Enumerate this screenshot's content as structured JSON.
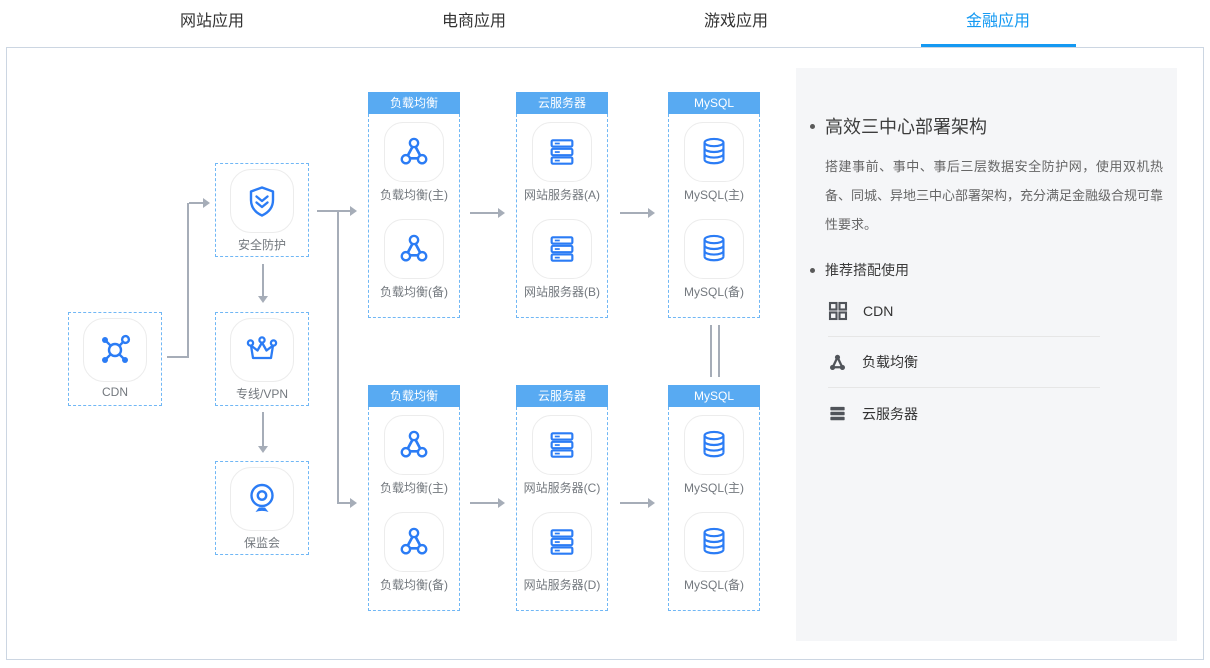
{
  "tabs": [
    {
      "label": "网站应用",
      "active": false
    },
    {
      "label": "电商应用",
      "active": false
    },
    {
      "label": "游戏应用",
      "active": false
    },
    {
      "label": "金融应用",
      "active": true
    }
  ],
  "diagram": {
    "nodes": {
      "cdn": {
        "label": "CDN"
      },
      "security": {
        "label": "安全防护"
      },
      "vpn": {
        "label": "专线/VPN"
      },
      "regulator": {
        "label": "保监会"
      }
    },
    "groups": [
      {
        "title": "负载均衡",
        "nodes": [
          {
            "label": "负载均衡(主)"
          },
          {
            "label": "负载均衡(备)"
          }
        ]
      },
      {
        "title": "云服务器",
        "nodes": [
          {
            "label": "网站服务器(A)"
          },
          {
            "label": "网站服务器(B)"
          }
        ]
      },
      {
        "title": "MySQL",
        "nodes": [
          {
            "label": "MySQL(主)"
          },
          {
            "label": "MySQL(备)"
          }
        ]
      },
      {
        "title": "负载均衡",
        "nodes": [
          {
            "label": "负载均衡(主)"
          },
          {
            "label": "负载均衡(备)"
          }
        ]
      },
      {
        "title": "云服务器",
        "nodes": [
          {
            "label": "网站服务器(C)"
          },
          {
            "label": "网站服务器(D)"
          }
        ]
      },
      {
        "title": "MySQL",
        "nodes": [
          {
            "label": "MySQL(主)"
          },
          {
            "label": "MySQL(备)"
          }
        ]
      }
    ]
  },
  "panel": {
    "feature": {
      "title": "高效三中心部署架构",
      "description": "搭建事前、事中、事后三层数据安全防护网，使用双机热备、同城、异地三中心部署架构，充分满足金融级合规可靠性要求。"
    },
    "recommend": {
      "title": "推荐搭配使用",
      "items": [
        {
          "label": "CDN",
          "icon": "grid-icon"
        },
        {
          "label": "负载均衡",
          "icon": "load-balancer-icon"
        },
        {
          "label": "云服务器",
          "icon": "cloud-server-icon"
        }
      ]
    }
  },
  "colors": {
    "tab_active": "#1499f2",
    "icon_blue": "#2b7cf5",
    "group_header_bg": "#58aaf2",
    "dashed_border": "#70b7f5",
    "arrow_gray": "#a6adb8",
    "panel_bg": "#f5f6f8"
  }
}
